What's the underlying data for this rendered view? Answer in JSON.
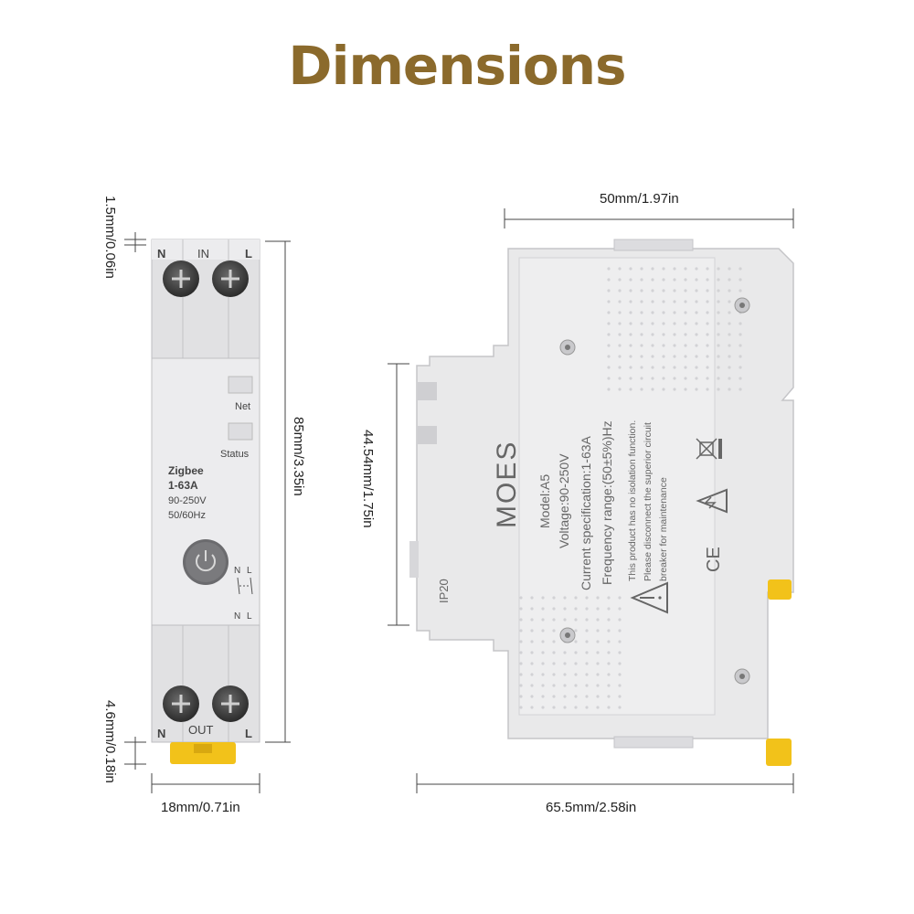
{
  "title": "Dimensions",
  "colors": {
    "title": "#8b6a2c",
    "device_body": "#e9e9ea",
    "device_shadow": "#d3d3d5",
    "clip_yellow": "#f2c21a",
    "dimension_line": "#444444"
  },
  "dimensions": {
    "front_top_gap": "1.5mm/0.06in",
    "front_height": "85mm/3.35in",
    "front_bottom_gap": "4.6mm/0.18in",
    "front_width": "18mm/0.71in",
    "side_top_width": "50mm/1.97in",
    "side_height": "44.54mm/1.75in",
    "side_bottom_width": "65.5mm/2.58in"
  },
  "front_labels": {
    "n_top": "N",
    "in": "IN",
    "l_top": "L",
    "net": "Net",
    "status": "Status",
    "zigbee": "Zigbee",
    "current": "1-63A",
    "voltage": "90-250V",
    "frequency": "50/60Hz",
    "switch_n_top": "N",
    "switch_l_top": "L",
    "switch_n_bottom": "N",
    "switch_l_bottom": "L",
    "n_bottom": "N",
    "out": "OUT",
    "l_bottom": "L"
  },
  "side_labels": {
    "brand": "MOES",
    "model": "Model:A5",
    "voltage": "Voltage:90-250V",
    "current": "Current specification:1-63A",
    "frequency": "Frequency range:(50±5%)Hz",
    "warning_line1": "This product has no isolation function.",
    "warning_line2": "Please disconnect the superior circuit",
    "warning_line3": "breaker for maintenance",
    "ip": "IP20",
    "ce": "CE"
  },
  "icons": [
    "power-icon",
    "switch-symbol-icon",
    "warning-triangle-icon",
    "electric-hazard-icon",
    "weee-bin-icon",
    "ce-mark-icon",
    "terminal-screw-icon"
  ]
}
